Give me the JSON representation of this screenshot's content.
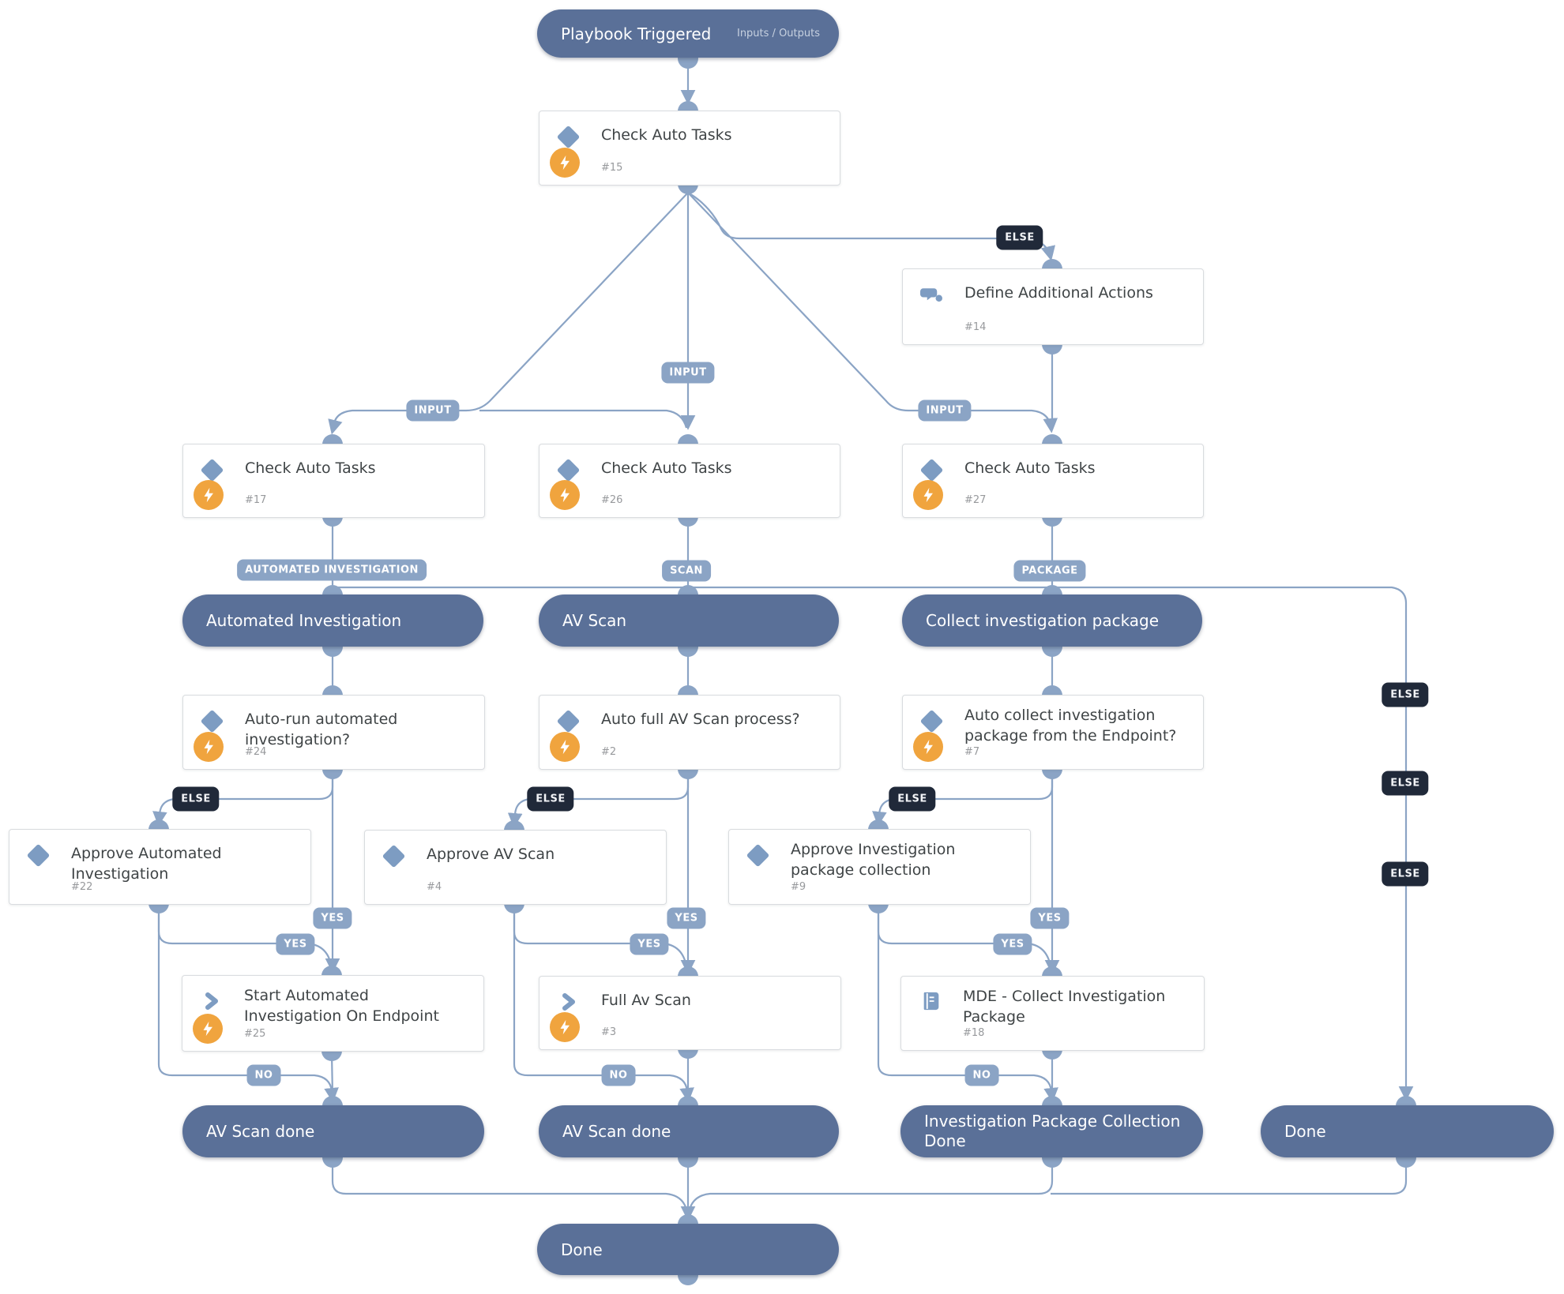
{
  "trigger": {
    "title": "Playbook Triggered",
    "io_label": "Inputs / Outputs"
  },
  "cards": [
    {
      "title": "Check Auto Tasks",
      "number": "#15",
      "icon": "condition",
      "automated": true
    },
    {
      "title": "Define Additional Actions",
      "number": "#14",
      "icon": "comment",
      "automated": false
    },
    {
      "title": "Check Auto Tasks",
      "number": "#17",
      "icon": "condition",
      "automated": true
    },
    {
      "title": "Check Auto Tasks",
      "number": "#26",
      "icon": "condition",
      "automated": true
    },
    {
      "title": "Check Auto Tasks",
      "number": "#27",
      "icon": "condition",
      "automated": true
    },
    {
      "title": "Auto-run automated investigation?",
      "number": "#24",
      "icon": "condition",
      "automated": true
    },
    {
      "title": "Auto full AV Scan process?",
      "number": "#2",
      "icon": "condition",
      "automated": true
    },
    {
      "title": "Auto collect investigation package from the Endpoint?",
      "number": "#7",
      "icon": "condition",
      "automated": true
    },
    {
      "title": "Approve Automated Investigation",
      "number": "#22",
      "icon": "condition",
      "automated": false
    },
    {
      "title": "Approve AV Scan",
      "number": "#4",
      "icon": "condition",
      "automated": false
    },
    {
      "title": "Approve Investigation package collection",
      "number": "#9",
      "icon": "condition",
      "automated": false
    },
    {
      "title": "Start Automated Investigation On Endpoint",
      "number": "#25",
      "icon": "chevron",
      "automated": true
    },
    {
      "title": "Full Av Scan",
      "number": "#3",
      "icon": "chevron",
      "automated": true
    },
    {
      "title": "MDE - Collect Investigation Package",
      "number": "#18",
      "icon": "book",
      "automated": false
    }
  ],
  "sections": [
    {
      "title": "Automated Investigation"
    },
    {
      "title": "AV Scan"
    },
    {
      "title": "Collect investigation package"
    }
  ],
  "terminals": [
    {
      "title": "AV Scan done"
    },
    {
      "title": "AV Scan done"
    },
    {
      "title": "Investigation Package Collection Done"
    },
    {
      "title": "Done"
    },
    {
      "title": "Done"
    }
  ],
  "branch_labels": {
    "input": "INPUT",
    "else": "ELSE",
    "yes": "YES",
    "no": "NO",
    "automated_investigation": "AUTOMATED INVESTIGATION",
    "scan": "SCAN",
    "package": "PACKAGE"
  },
  "colors": {
    "pill_bg": "#5a7098",
    "connector": "#8ba4c5",
    "branch_label_bg": "#8ba4c5",
    "else_label_bg": "#202939",
    "automation_bolt_bg": "#f0a43e",
    "icon_blue": "#7d9cc2",
    "card_title": "#3f4446",
    "card_number": "#97999c"
  }
}
